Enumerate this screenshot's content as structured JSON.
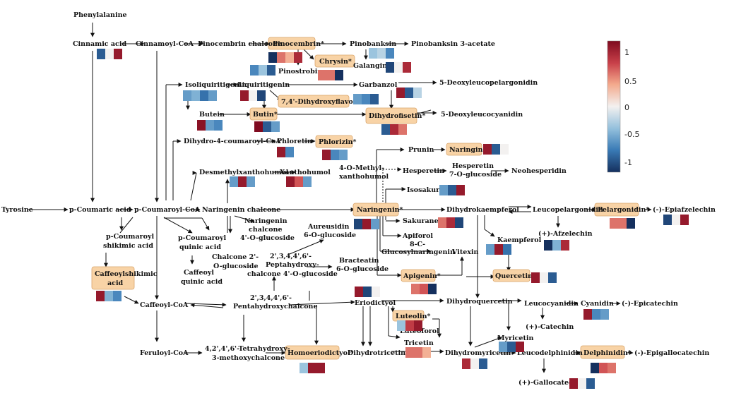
{
  "nodes": {
    "phenylalanine": "Phenylalanine",
    "cinnamic_acid": "Cinnamic acid",
    "cinnamoyl_coa": "Cinnamoyl-CoA",
    "pinocembrin_chalcone": "Pinocembrin chalcone",
    "pinocembrin": "Pinocembrin*",
    "pinobanksin": "Pinobanksin",
    "pinobanksin_acetate": "Pinobanksin 3-acetate",
    "chrysin": "Chrysin*",
    "galangin": "Galangin",
    "pinostrobin": "Pinostrobin",
    "isoliquiritigenin": "Isoliquiritigenin",
    "liquiritigenin": "Liquiritigenin",
    "garbanzol": "Garbanzol",
    "deoxyleucopelargonidin": "5-Deoxyleucopelargonidin",
    "dihydroxyflavone": "7,4'-Dihydroxyflavone*",
    "butein": "Butein",
    "butin": "Butin*",
    "dihydrofisetin": "Dihydrofisetin*",
    "deoxyleucocyanidin": "5-Deoxyleucocyanidin",
    "dihydro_coumaroyl": "Dihydro-4-coumaroyl-CoA",
    "phloretin": "Phloretin",
    "phlorizin": "Phlorizin*",
    "prunin": "Prunin",
    "naringin": "Naringin*",
    "desmethylxanthohumol": "Desmethylxanthohumol",
    "xanthohumol": "Xanthohumol",
    "methylxanthohumol_1": "4-O-Methyl-",
    "methylxanthohumol_2": "xanthohumol",
    "hesperetin": "Hesperetin",
    "hesperetin_glc_1": "Hesperetin",
    "hesperetin_glc_2": "7-O-glucoside",
    "neohesperidin": "Neohesperidin",
    "isosakuranetin": "Isosakuranetin",
    "tyrosine": "Tyrosine",
    "p_coumaric_acid": "p-Coumaric acid",
    "p_coumaroyl_coa": "p-Coumaroyl-CoA",
    "naringenin_chalcone": "Naringenin chalcone",
    "naringenin": "Naringenin*",
    "dihydrokaempferol": "Dihydrokaempferol",
    "leucopelargonidin": "Leucopelargonidin",
    "pelargonidin": "Pelargonidin*",
    "epiafzelechin": "(-)-Epiafzelechin",
    "afzelechin": "(+)-Afzelechin",
    "kaempferol": "Kaempferol",
    "sakuranetin": "Sakuranetin",
    "apiforol": "Apiforol",
    "glucosylnaringenin_1": "8-C-",
    "glucosylnaringenin_2": "Glucosylnaringenin",
    "vitexin": "Vitexin",
    "apigenin": "Apigenin*",
    "quercetin": "Quercetin*",
    "p_coumaroyl_shikimic_1": "p-Coumaroyl",
    "p_coumaroyl_shikimic_2": "shikimic acid",
    "p_coumaroyl_quinic_1": "p-Coumaroyl",
    "p_coumaroyl_quinic_2": "quinic acid",
    "naringenin_chalcone_glc_1": "Naringenin",
    "naringenin_chalcone_glc_2": "chalcone",
    "naringenin_chalcone_glc_3": "4'-O-glucoside",
    "aureusidin_1": "Aureusidin",
    "aureusidin_2": "6-O-glucoside",
    "chalcone2_glc_1": "Chalcone 2'-",
    "chalcone2_glc_2": "O-glucoside",
    "caffeoyl_quinic_1": "Caffeoyl",
    "caffeoyl_quinic_2": "quinic acid",
    "peptahydroxy_1": "2',3,4,4',6'-",
    "peptahydroxy_2": "Peptahydroxy-",
    "peptahydroxy_3": "chalcone 4'-O-glucoside",
    "bracteatin_1": "Bracteatin",
    "bracteatin_2": "6-O-glucoside",
    "caffeoylshikimic_1": "Caffeoylshikimic",
    "caffeoylshikimic_2": "acid",
    "caffeoyl_coa": "Caffeoyl-CoA",
    "pentahydroxy_1": "2',3,4,4',6'-",
    "pentahydroxy_2": "Pentahydroxychalcone",
    "eriodictyol": "Eriodictyol",
    "dihydroquercetin": "Dihydroquercetin",
    "leucocyanidin": "Leucocyanidin",
    "cyanidin": "Cyanidin",
    "epicatechin": "(-)-Epicatechin",
    "catechin": "(+)-Catechin",
    "luteolin": "Luteolin*",
    "luteoforol": "Luteoforol",
    "myricetin": "Myricetin",
    "tricetin": "Tricetin",
    "feruloyl_coa": "Feruloyl-CoA",
    "tetrahydroxy_1": "4,2',4',6'-Tetrahydroxy-",
    "tetrahydroxy_2": "3-methoxychalcone",
    "homoeriodictyol": "Homoeriodictyol*",
    "dihydrotricetin": "Dihydrotricetin",
    "dihydromyricetin": "Dihydromyricetin",
    "leucodelphinidin": "Leucodelphinidin",
    "delphinidin": "Delphinidin*",
    "epigallocatechin": "(-)-Epigallocatechin",
    "gallocatechin": "(+)-Gallocatechin"
  },
  "colorbar": {
    "ticks": [
      "1",
      "0.5",
      "0",
      "-0.5",
      "-1"
    ],
    "colors": [
      "#7f0a1f",
      "#c9414a",
      "#f3a98c",
      "#f3f1f0",
      "#92bfdc",
      "#3a7bb6",
      "#15305e"
    ]
  },
  "heatmaps": [
    {
      "id": "cinnamic",
      "values": [
        -0.8,
        0,
        0.9
      ]
    },
    {
      "id": "pinocembrin",
      "values": [
        -1,
        0.5,
        0.3,
        0.8
      ]
    },
    {
      "id": "pinostrobin",
      "values": [
        -0.6,
        -0.3,
        -0.8
      ]
    },
    {
      "id": "chrysin",
      "values": [
        0.5,
        0.5,
        -1
      ]
    },
    {
      "id": "pinobanksin",
      "values": [
        -0.3,
        -0.2,
        -0.6
      ]
    },
    {
      "id": "galangin",
      "values": [
        -0.9,
        0,
        0.8
      ]
    },
    {
      "id": "isoliquiritigenin",
      "values": [
        -0.5,
        -0.4,
        -0.7,
        -0.5
      ]
    },
    {
      "id": "liquiritigenin",
      "values": [
        0.9,
        0,
        -0.9
      ]
    },
    {
      "id": "garbanzol",
      "values": [
        0.9,
        -0.8,
        -0.2
      ]
    },
    {
      "id": "dihydroxyflavone",
      "values": [
        -0.5,
        -0.6,
        -0.8
      ]
    },
    {
      "id": "butein",
      "values": [
        0.95,
        -0.5,
        -0.6
      ]
    },
    {
      "id": "butin",
      "values": [
        1,
        -0.8,
        -0.5
      ]
    },
    {
      "id": "dihydrofisetin",
      "values": [
        -0.8,
        0.8,
        0.5
      ]
    },
    {
      "id": "phloretin",
      "values": [
        0.9,
        -0.6
      ]
    },
    {
      "id": "phlorizin",
      "values": [
        0.9,
        -0.6,
        -0.5
      ]
    },
    {
      "id": "naringin",
      "values": [
        0.9,
        -0.8,
        0
      ]
    },
    {
      "id": "desmethylxanthohumol",
      "values": [
        -0.5,
        0.9,
        -0.5
      ]
    },
    {
      "id": "xanthohumol",
      "values": [
        0.9,
        0.6,
        -0.5
      ]
    },
    {
      "id": "isosakuranetin",
      "values": [
        -0.5,
        -0.8,
        0.9
      ]
    },
    {
      "id": "naringenin",
      "values": [
        -0.9,
        0.9,
        -0.5
      ]
    },
    {
      "id": "sakuranetin",
      "values": [
        0.5,
        0.8,
        -0.9
      ]
    },
    {
      "id": "pelargonidin",
      "values": [
        0.5,
        0.5,
        -1
      ]
    },
    {
      "id": "epiafzelechin",
      "values": [
        -0.9,
        0,
        0.9
      ]
    },
    {
      "id": "afzelechin",
      "values": [
        -1,
        -0.4,
        0.8
      ]
    },
    {
      "id": "kaempferol",
      "values": [
        -0.5,
        0.9,
        -0.7
      ]
    },
    {
      "id": "apigenin",
      "values": [
        0.5,
        0.6,
        -1
      ]
    },
    {
      "id": "quercetin",
      "values": [
        0.9,
        0,
        -0.8
      ]
    },
    {
      "id": "caffeoylshikimic",
      "values": [
        0.9,
        -0.4,
        -0.6
      ]
    },
    {
      "id": "eriodictyol",
      "values": [
        0.9,
        -0.9,
        0
      ]
    },
    {
      "id": "luteolin",
      "values": [
        -0.3,
        0.7,
        0.9
      ]
    },
    {
      "id": "tricetin",
      "values": [
        0.5,
        0.5,
        0.3
      ]
    },
    {
      "id": "myricetin",
      "values": [
        -0.5,
        -0.8,
        0.9
      ]
    },
    {
      "id": "cyanidin",
      "values": [
        0.9,
        -0.6,
        -0.5
      ]
    },
    {
      "id": "homoeriodictyol",
      "values": [
        -0.3,
        0.9,
        0.9
      ]
    },
    {
      "id": "dihydromyricetin",
      "values": [
        0.8,
        0,
        -0.8
      ]
    },
    {
      "id": "delphinidin",
      "values": [
        -1,
        0.6,
        0.5
      ]
    },
    {
      "id": "gallocatechin",
      "values": [
        0.9,
        0,
        -0.8
      ]
    }
  ]
}
